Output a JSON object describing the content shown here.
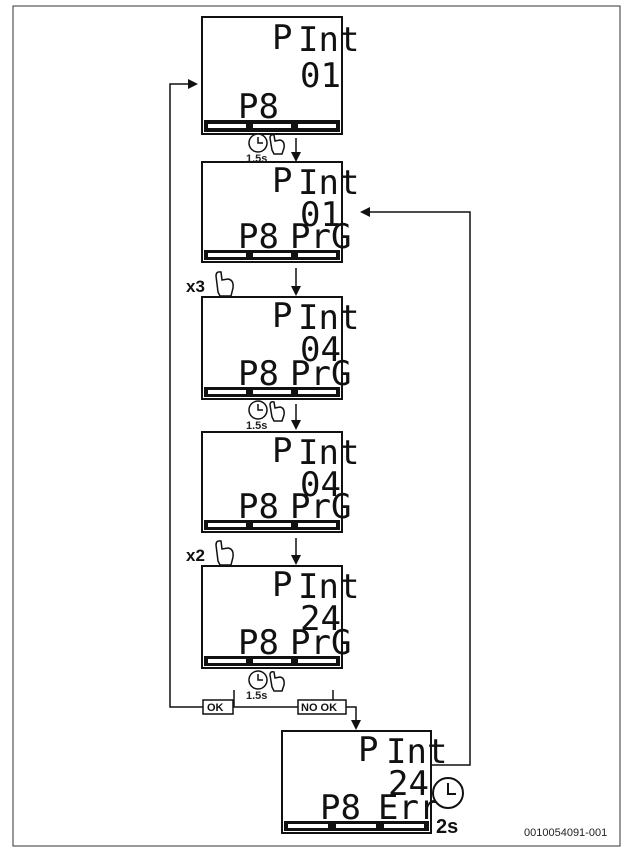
{
  "screens": [
    {
      "top_left": "P",
      "top_right": "Int",
      "mid_right": "01",
      "bottom_left": "P8",
      "bottom_right": ""
    },
    {
      "top_left": "P",
      "top_right": "Int",
      "mid_right": "01",
      "bottom_left": "P8",
      "bottom_right": "PrG"
    },
    {
      "top_left": "P",
      "top_right": "Int",
      "mid_right": "04",
      "bottom_left": "P8",
      "bottom_right": "PrG"
    },
    {
      "top_left": "P",
      "top_right": "Int",
      "mid_right": "04",
      "bottom_left": "P8",
      "bottom_right": "PrG"
    },
    {
      "top_left": "P",
      "top_right": "Int",
      "mid_right": "24",
      "bottom_left": "P8",
      "bottom_right": "PrG"
    },
    {
      "top_left": "P",
      "top_right": "Int",
      "mid_right": "24",
      "bottom_left": "P8",
      "bottom_right": "Err"
    }
  ],
  "gestures": {
    "hold_1": "1.5s",
    "press_1": "x3",
    "hold_2": "1.5s",
    "press_2": "x2",
    "hold_3": "1.5s",
    "wait": "2s"
  },
  "outcomes": {
    "ok": "OK",
    "not_ok": "NO OK"
  },
  "document_id": "0010054091-001"
}
